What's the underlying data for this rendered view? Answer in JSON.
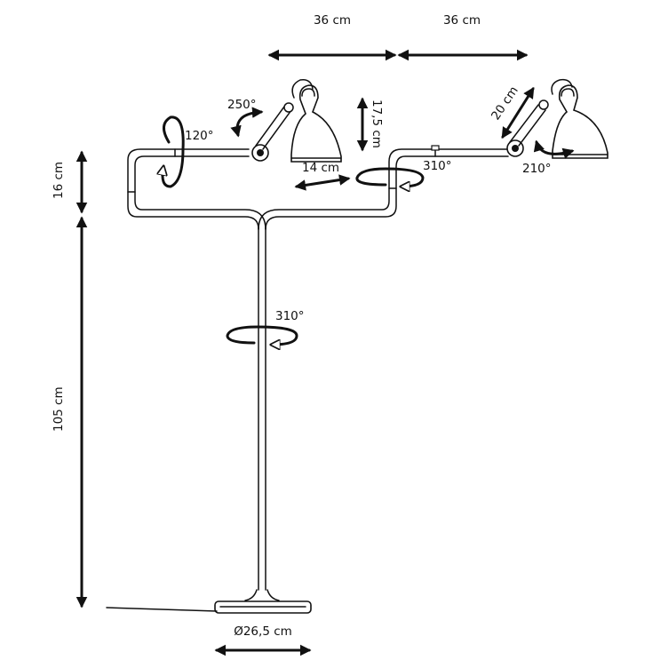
{
  "labels": {
    "reach_left": "36 cm",
    "reach_right": "36 cm",
    "arm_rotation_left": "120°",
    "shade_tilt_left": "250°",
    "shade_height": "17,5 cm",
    "arm_length_right": "20 cm",
    "shade_width": "14 cm",
    "arm_swivel_right": "310°",
    "shade_tilt_right": "210°",
    "upper_height": "16 cm",
    "lower_height": "105 cm",
    "stem_swivel": "310°",
    "base_diameter": "Ø26,5 cm"
  },
  "colors": {
    "ink": "#111111",
    "background": "#ffffff"
  },
  "icons": [
    "double-arrow-icon",
    "rotation-arrow-icon",
    "lamp-shade-icon",
    "lamp-base-icon"
  ]
}
